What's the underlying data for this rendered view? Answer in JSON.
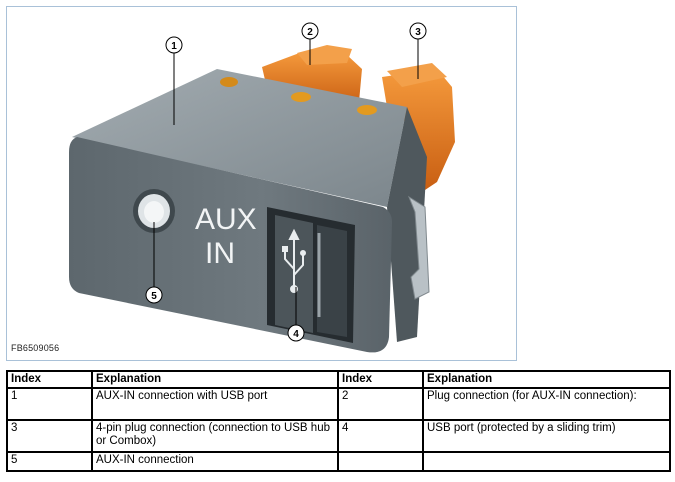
{
  "figure": {
    "id_label": "FB6509056",
    "panel_text_line1": "AUX",
    "panel_text_line2": "IN",
    "callouts": [
      "1",
      "2",
      "3",
      "4",
      "5"
    ]
  },
  "table": {
    "headers": [
      "Index",
      "Explanation",
      "Index",
      "Explanation"
    ],
    "rows": [
      [
        "1",
        "AUX-IN connection with USB port",
        "2",
        "Plug connection (for AUX-IN connection):"
      ],
      [
        "3",
        "4-pin plug connection (connection to USB hub or Combox)",
        "4",
        "USB port (protected by a sliding trim)"
      ],
      [
        "5",
        "AUX-IN connection",
        "",
        ""
      ]
    ]
  },
  "colors": {
    "housing": "#6f7a80",
    "connector_orange": "#e8761e",
    "frame_border": "#a9c1d8"
  }
}
